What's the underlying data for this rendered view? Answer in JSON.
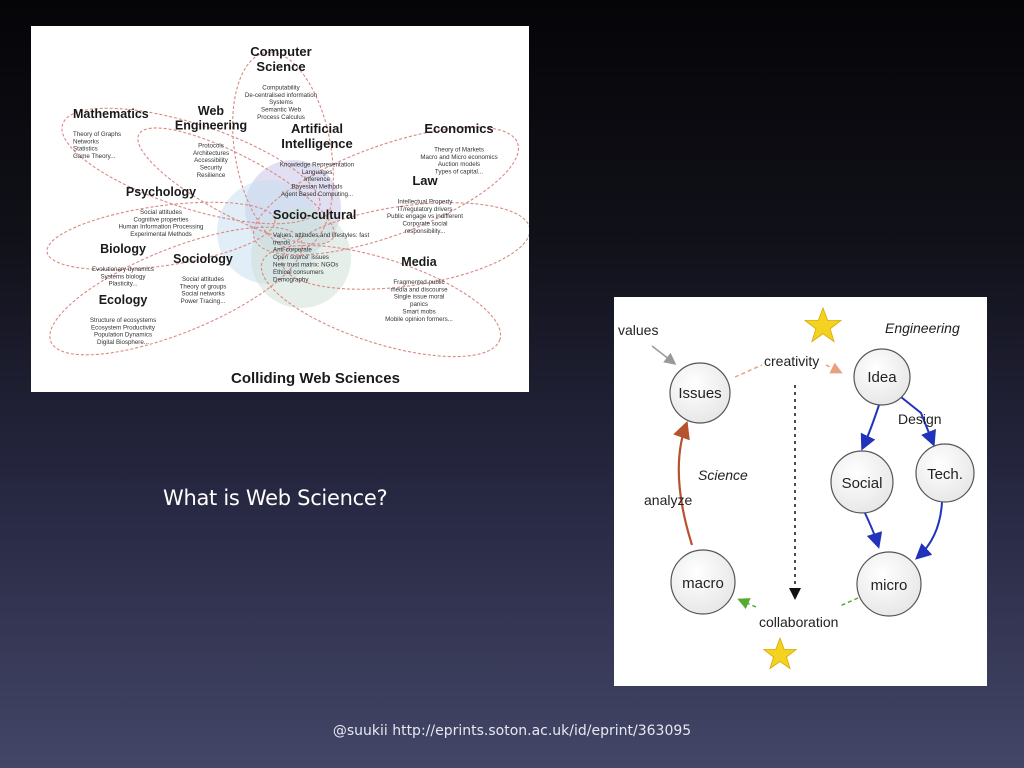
{
  "venn": {
    "title": "Colliding Web Sciences",
    "groups": [
      {
        "key": "cs",
        "label_lines": [
          "Computer",
          "Science"
        ],
        "items": [
          "Computability",
          "De-centralised information",
          "Systems",
          "Semantic Web",
          "Process Calculus"
        ]
      },
      {
        "key": "math",
        "label_lines": [
          "Mathematics"
        ],
        "items": [
          "Theory of Graphs",
          "Networks",
          "Statistics",
          "Game Theory..."
        ]
      },
      {
        "key": "web",
        "label_lines": [
          "Web",
          "Engineering"
        ],
        "items": [
          "Protocols",
          "Architectures",
          "Accessibility",
          "Security",
          "Resilience"
        ]
      },
      {
        "key": "ai",
        "label_lines": [
          "Artificial",
          "Intelligence"
        ],
        "items": [
          "Knowledge Representation",
          "Languages",
          "Inference",
          "Bayesian Methods",
          "Agent Based Computing..."
        ]
      },
      {
        "key": "econ",
        "label_lines": [
          "Economics"
        ],
        "items": [
          "Theory of Markets",
          "Macro and Micro economics",
          "Auction models",
          "Types of capital..."
        ]
      },
      {
        "key": "psych",
        "label_lines": [
          "Psychology"
        ],
        "items": [
          "Social attitudes",
          "Cognitive properties",
          "Human Information Processing",
          "Experimental Methods"
        ]
      },
      {
        "key": "law",
        "label_lines": [
          "Law"
        ],
        "items": [
          "Intellectual Property",
          "IT/regulatory drivers",
          "Public engage vs indifferent",
          "Corporate social",
          "responsibility..."
        ]
      },
      {
        "key": "socio",
        "label_lines": [
          "Socio-cultural"
        ],
        "items": [
          "Values, attitudes and lifestyles: fast",
          "trends",
          "Anti-corporate",
          "Open source' issues",
          "New trust matrix: NGOs",
          "Ethical consumers",
          "Demography"
        ]
      },
      {
        "key": "bio",
        "label_lines": [
          "Biology"
        ],
        "items": [
          "Evolutionary dynamics",
          "Systems biology",
          "Plasticity..."
        ]
      },
      {
        "key": "sociol",
        "label_lines": [
          "Sociology"
        ],
        "items": [
          "Social attitudes",
          "Theory of groups",
          "Social networks",
          "Power Tracing..."
        ]
      },
      {
        "key": "media",
        "label_lines": [
          "Media"
        ],
        "items": [
          "Fragmented public",
          "media and discourse",
          "Single issue moral",
          "panics",
          "Smart mobs",
          "Mobile opinion formers..."
        ]
      },
      {
        "key": "eco",
        "label_lines": [
          "Ecology"
        ],
        "items": [
          "Structure of ecosystems",
          "Ecosystem Productivity",
          "Population Dynamics",
          "Digital Biosphere..."
        ]
      }
    ]
  },
  "cycle": {
    "nodes": {
      "issues": "Issues",
      "idea": "Idea",
      "social": "Social",
      "tech": "Tech.",
      "macro": "macro",
      "micro": "micro"
    },
    "labels": {
      "values": "values",
      "creativity": "creativity",
      "engineering": "Engineering",
      "design": "Design",
      "science": "Science",
      "analyze": "analyze",
      "collaboration": "collaboration"
    },
    "colors": {
      "analyze": "#b5532e",
      "creativity": "#e9a07e",
      "design": "#2233bb",
      "collaboration": "#55aa33",
      "values": "#999999",
      "star": "#f4d320"
    }
  },
  "caption": {
    "question": "What is Web Science?",
    "credit": "@suukii http://eprints.soton.ac.uk/id/eprint/363095"
  }
}
